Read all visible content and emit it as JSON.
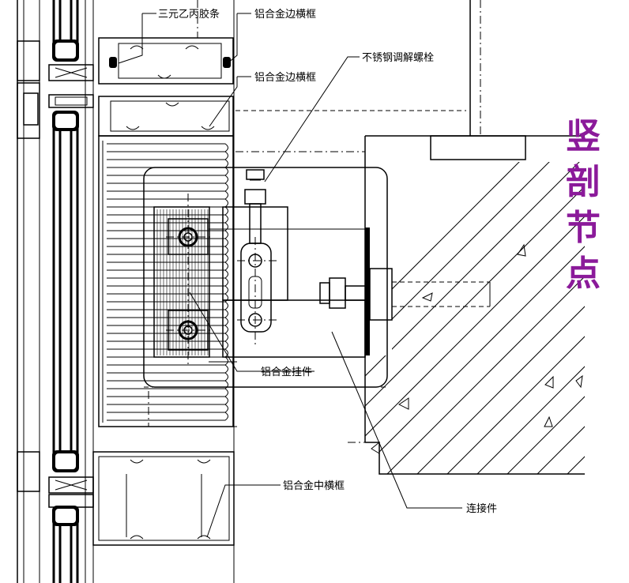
{
  "title": [
    "竖",
    "剖",
    "节",
    "点"
  ],
  "labels": {
    "epdm_strip": "三元乙丙胶条",
    "alu_edge_transom_top": "铝合金边横框",
    "alu_edge_transom_mid": "铝合金边横框",
    "ss_adjust_bolt": "不锈钢调解螺栓",
    "alu_hanger": "铝合金挂件",
    "alu_mid_transom": "铝合金中横框",
    "connector": "连接件"
  },
  "colors": {
    "title": "#8b1a9a",
    "line": "#000000",
    "background": "#ffffff"
  }
}
